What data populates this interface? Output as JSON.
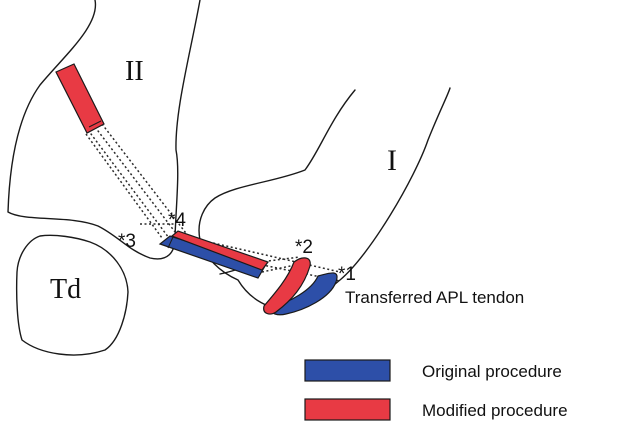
{
  "labels": {
    "bone_ii": "II",
    "bone_i": "I",
    "trapezoid": "Td",
    "marker_1": "*1",
    "marker_2": "*2",
    "marker_3": "*3",
    "marker_4": "*4",
    "tendon": "Transferred APL tendon"
  },
  "legend": {
    "original": "Original procedure",
    "modified": "Modified procedure"
  },
  "colors": {
    "original": "#2d4fa8",
    "modified": "#e83a44",
    "outline": "#1a1a1a"
  }
}
